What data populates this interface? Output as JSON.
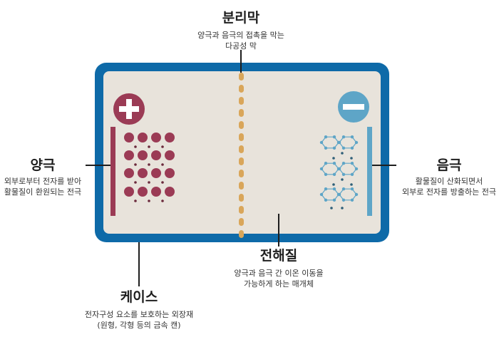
{
  "separator": {
    "title": "분리막",
    "desc_line1": "양극과 음극의 접촉을 막는",
    "desc_line2": "다공성 막"
  },
  "cathode": {
    "title": "양극",
    "desc_line1": "외부로부터 전자를 받아",
    "desc_line2": "활물질이 환원되는 전극",
    "sign": "+"
  },
  "anode": {
    "title": "음극",
    "desc_line1": "활물질이 산화되면서",
    "desc_line2": "외부로 전자를 방출하는 전극",
    "sign": "−"
  },
  "electrolyte": {
    "title": "전해질",
    "desc_line1": "양극과 음극 간 이온 이동을",
    "desc_line2": "가능하게 하는 매개체"
  },
  "case": {
    "title": "케이스",
    "desc_line1": "전자구성 요소를 보호하는 외장재",
    "desc_line2": "(원형, 각형 등의 금속 캔)"
  },
  "colors": {
    "case_blue": "#0e6aa8",
    "electrolyte_fill": "#e8e3db",
    "cathode_maroon": "#9b3b55",
    "anode_blue": "#5ea5c7",
    "separator_gold": "#d9a65a"
  }
}
